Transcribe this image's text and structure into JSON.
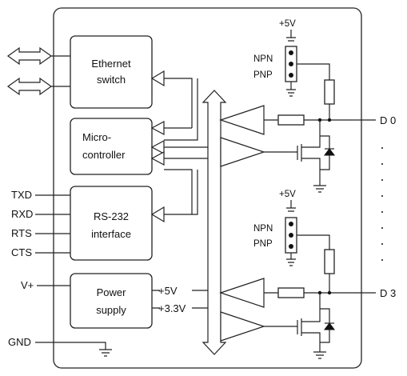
{
  "blocks": {
    "ethernet": [
      "Ethernet",
      "switch"
    ],
    "micro": [
      "Micro-",
      "controller"
    ],
    "rs232": [
      "RS-232",
      "interface"
    ],
    "power": [
      "Power",
      "supply"
    ]
  },
  "serial_signals": [
    "TXD",
    "RXD",
    "RTS",
    "CTS"
  ],
  "power_pins": {
    "input": "V+",
    "ground": "GND"
  },
  "power_outputs": [
    "+5V",
    "+3.3V"
  ],
  "channels": [
    {
      "supply": "+5V",
      "jumper_top": "NPN",
      "jumper_bottom": "PNP",
      "output": "D 0"
    },
    {
      "supply": "+5V",
      "jumper_top": "NPN",
      "jumper_bottom": "PNP",
      "output": "D 3"
    }
  ],
  "colors": {
    "line": "#222222",
    "background": "#ffffff"
  }
}
